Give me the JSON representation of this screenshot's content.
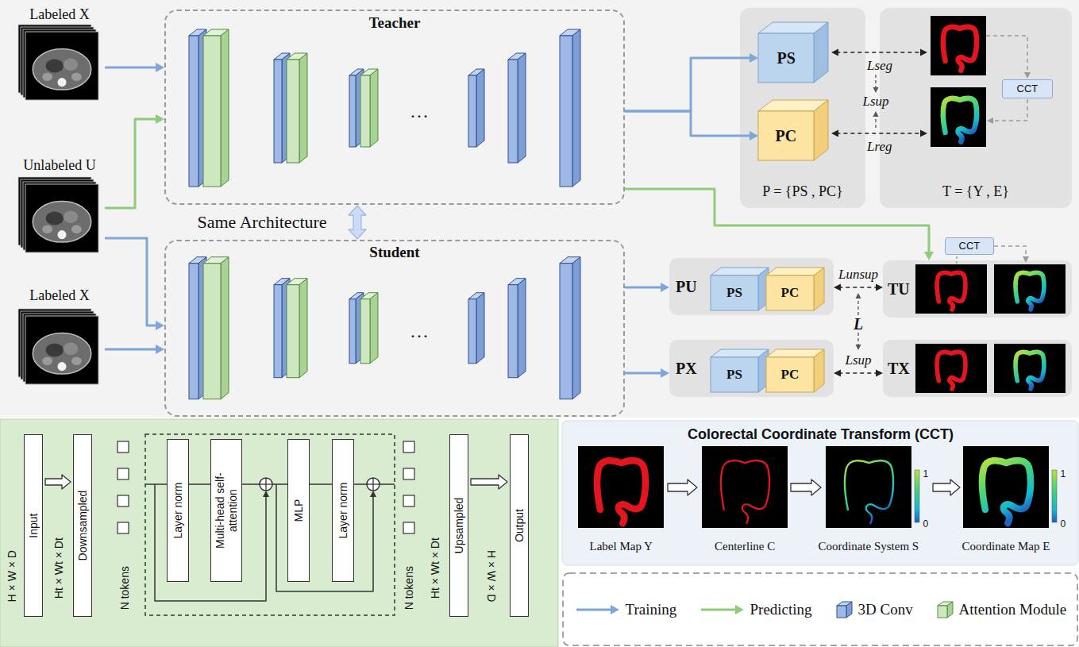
{
  "diagram": {
    "nodes": [
      {
        "text": [
          "Labeled X"
        ]
      },
      {
        "text": [
          "Teacher"
        ]
      },
      {
        "text": [
          "P = {PS , PC}"
        ]
      },
      {
        "text": [
          "PS"
        ],
        "in": 2
      },
      {
        "text": [
          "PC"
        ],
        "in": 2
      },
      {
        "text": [
          "T = {Y , E}"
        ]
      },
      {
        "text": [
          "CCT"
        ],
        "in": 5
      },
      {
        "text": [
          "Unlabeled U"
        ]
      },
      {
        "text": [
          "Student"
        ]
      },
      {
        "text": [
          "Labeled X"
        ]
      },
      {
        "text": [
          "PU"
        ]
      },
      {
        "text": [
          "PS"
        ],
        "in": 10
      },
      {
        "text": [
          "PC"
        ],
        "in": 10
      },
      {
        "text": [
          "CCT"
        ]
      },
      {
        "text": [
          "TU"
        ]
      },
      {
        "text": [
          "PX"
        ]
      },
      {
        "text": [
          "PS"
        ],
        "in": 15
      },
      {
        "text": [
          "PC"
        ],
        "in": 15
      },
      {
        "text": [
          "TX"
        ]
      },
      {
        "text": [
          "Input"
        ]
      },
      {
        "text": [
          "Downsampled"
        ]
      },
      {
        "text": [
          "Layer norm"
        ]
      },
      {
        "text": [
          "Multi-head self-attention"
        ]
      },
      {
        "text": [
          "MLP"
        ]
      },
      {
        "text": [
          "Layer norm"
        ]
      },
      {
        "text": [
          "Upsampled"
        ]
      },
      {
        "text": [
          "Output"
        ]
      },
      {
        "text": [
          "Colorectal Coordinate Transform (CCT)"
        ]
      }
    ],
    "edges": [
      {
        "from": 0,
        "to": 1,
        "arrow": "to"
      },
      {
        "from": 7,
        "to": 1,
        "arrow": "to"
      },
      {
        "from": 7,
        "to": 8,
        "arrow": "to"
      },
      {
        "from": 9,
        "to": 8,
        "arrow": "to"
      },
      {
        "from": 1,
        "to": 8,
        "arrow": "both",
        "label": "Same Architecture"
      },
      {
        "from": 1,
        "to": 3,
        "arrow": "to"
      },
      {
        "from": 1,
        "to": 4,
        "arrow": "to"
      },
      {
        "from": 1,
        "to": 14,
        "arrow": "to"
      },
      {
        "from": 8,
        "to": 10,
        "arrow": "to"
      },
      {
        "from": 8,
        "to": 15,
        "arrow": "to"
      },
      {
        "from": 10,
        "to": 14,
        "arrow": "both",
        "label": "Lunsup"
      },
      {
        "from": 15,
        "to": 18,
        "arrow": "both",
        "label": "Lsup"
      },
      {
        "from": 19,
        "to": 20,
        "arrow": "to"
      },
      {
        "from": 21,
        "to": 22,
        "arrow": "none"
      },
      {
        "from": 22,
        "to": 23,
        "arrow": "none"
      },
      {
        "from": 23,
        "to": 24,
        "arrow": "none"
      },
      {
        "from": 25,
        "to": 26,
        "arrow": "to"
      }
    ],
    "labels": [
      "Lseg",
      "Lsup",
      "Lreg",
      "L",
      "…",
      "…",
      "H × W × D",
      "Ht × Wt × Dt",
      "N tokens",
      "N tokens",
      "Ht × Wt × Dt",
      "H × W × D",
      "Label Map Y",
      "Centerline C",
      "Coordinate System S",
      "Coordinate Map E",
      "1",
      "0",
      "1",
      "0"
    ],
    "legend": [
      {
        "text": "Training"
      },
      {
        "text": "Predicting"
      },
      {
        "text": "3D Conv"
      },
      {
        "text": "Attention Module"
      }
    ]
  }
}
